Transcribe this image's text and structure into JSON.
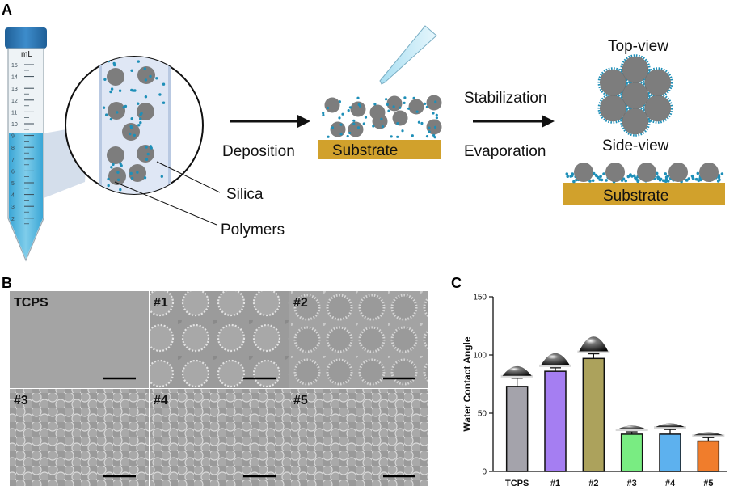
{
  "panels": {
    "a": "A",
    "b": "B",
    "c": "C"
  },
  "schematic": {
    "tube_unit": "mL",
    "tube_scale": [
      "15",
      "14",
      "13",
      "12",
      "11",
      "10",
      "9",
      "8",
      "7",
      "6",
      "5",
      "4",
      "3",
      "2"
    ],
    "labels": {
      "silica": "Silica",
      "polymers": "Polymers",
      "deposition": "Deposition",
      "substrate": "Substrate",
      "stabilization": "Stabilization",
      "evaporation": "Evaporation",
      "top_view": "Top-view",
      "side_view": "Side-view",
      "substrate_right": "Substrate"
    },
    "colors": {
      "liquid": "#55b8e0",
      "particle": "#7d7d7d",
      "polymer_dot": "#1e8fb8",
      "substrate": "#d1a12c",
      "cap": "#2c78b6"
    }
  },
  "micrographs": [
    {
      "label": "TCPS",
      "kind": "flat"
    },
    {
      "label": "#1",
      "kind": "rings-large"
    },
    {
      "label": "#2",
      "kind": "rings-dense"
    },
    {
      "label": "#3",
      "kind": "packed"
    },
    {
      "label": "#4",
      "kind": "packed"
    },
    {
      "label": "#5",
      "kind": "packed"
    }
  ],
  "chart_data": {
    "type": "bar",
    "ylabel": "Water Contact Angle",
    "ylim": [
      0,
      150
    ],
    "yticks": [
      0,
      50,
      100,
      150
    ],
    "categories": [
      "TCPS",
      "#1",
      "#2",
      "#3",
      "#4",
      "#5"
    ],
    "values": [
      73,
      86,
      97,
      32,
      32,
      26
    ],
    "errors": [
      7,
      3,
      4,
      2,
      4,
      3
    ],
    "colors": [
      "#a4a3ab",
      "#a57ef2",
      "#aca25c",
      "#79ec82",
      "#5db1ee",
      "#f07d2c"
    ],
    "grid": false
  }
}
